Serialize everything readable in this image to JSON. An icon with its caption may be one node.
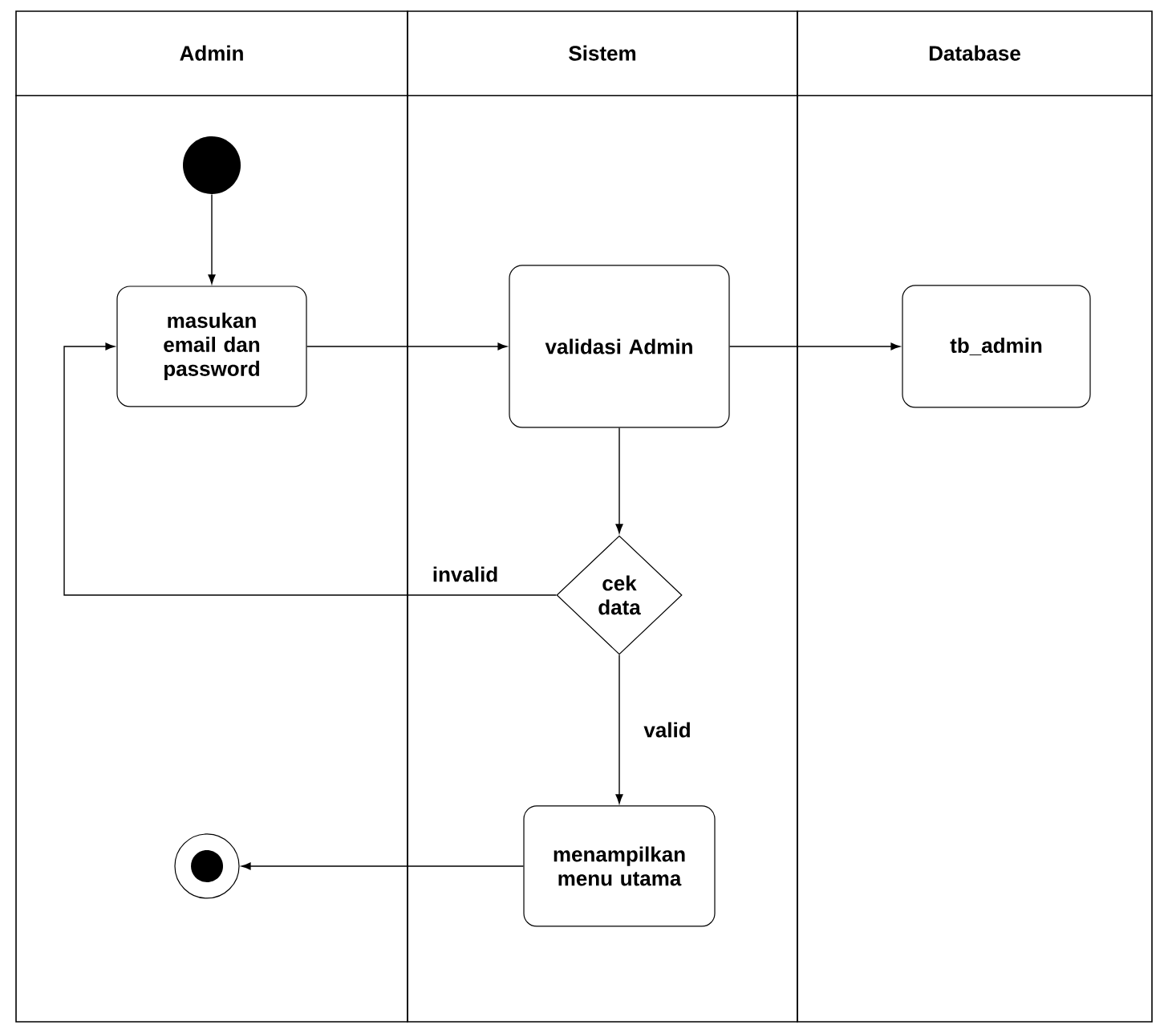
{
  "diagram": {
    "nodes": [
      {
        "text": [
          "Admin"
        ]
      },
      {
        "text": [
          "Sistem"
        ]
      },
      {
        "text": [
          "Database"
        ]
      },
      {
        "text": [],
        "shape": "circle",
        "in": 0
      },
      {
        "text": [
          "masukan email dan password"
        ],
        "in": 0
      },
      {
        "text": [
          "validasi Admin"
        ],
        "in": 1
      },
      {
        "text": [
          "tb_admin"
        ],
        "in": 2
      },
      {
        "text": [
          "cek data"
        ],
        "in": 1
      },
      {
        "text": [
          "menampilkan menu utama"
        ],
        "in": 1
      },
      {
        "text": [],
        "shape": "bullseye",
        "in": 0
      }
    ],
    "edges": [
      {
        "from": 3,
        "to": 4,
        "arrow": "to"
      },
      {
        "from": 4,
        "to": 5,
        "arrow": "to"
      },
      {
        "from": 5,
        "to": 6,
        "arrow": "to"
      },
      {
        "from": 5,
        "to": 7,
        "arrow": "to"
      },
      {
        "from": 7,
        "to": 4,
        "arrow": "to",
        "label": "invalid"
      },
      {
        "from": 7,
        "to": 8,
        "arrow": "to",
        "label": "valid"
      },
      {
        "from": 8,
        "to": 9,
        "arrow": "to"
      }
    ]
  }
}
